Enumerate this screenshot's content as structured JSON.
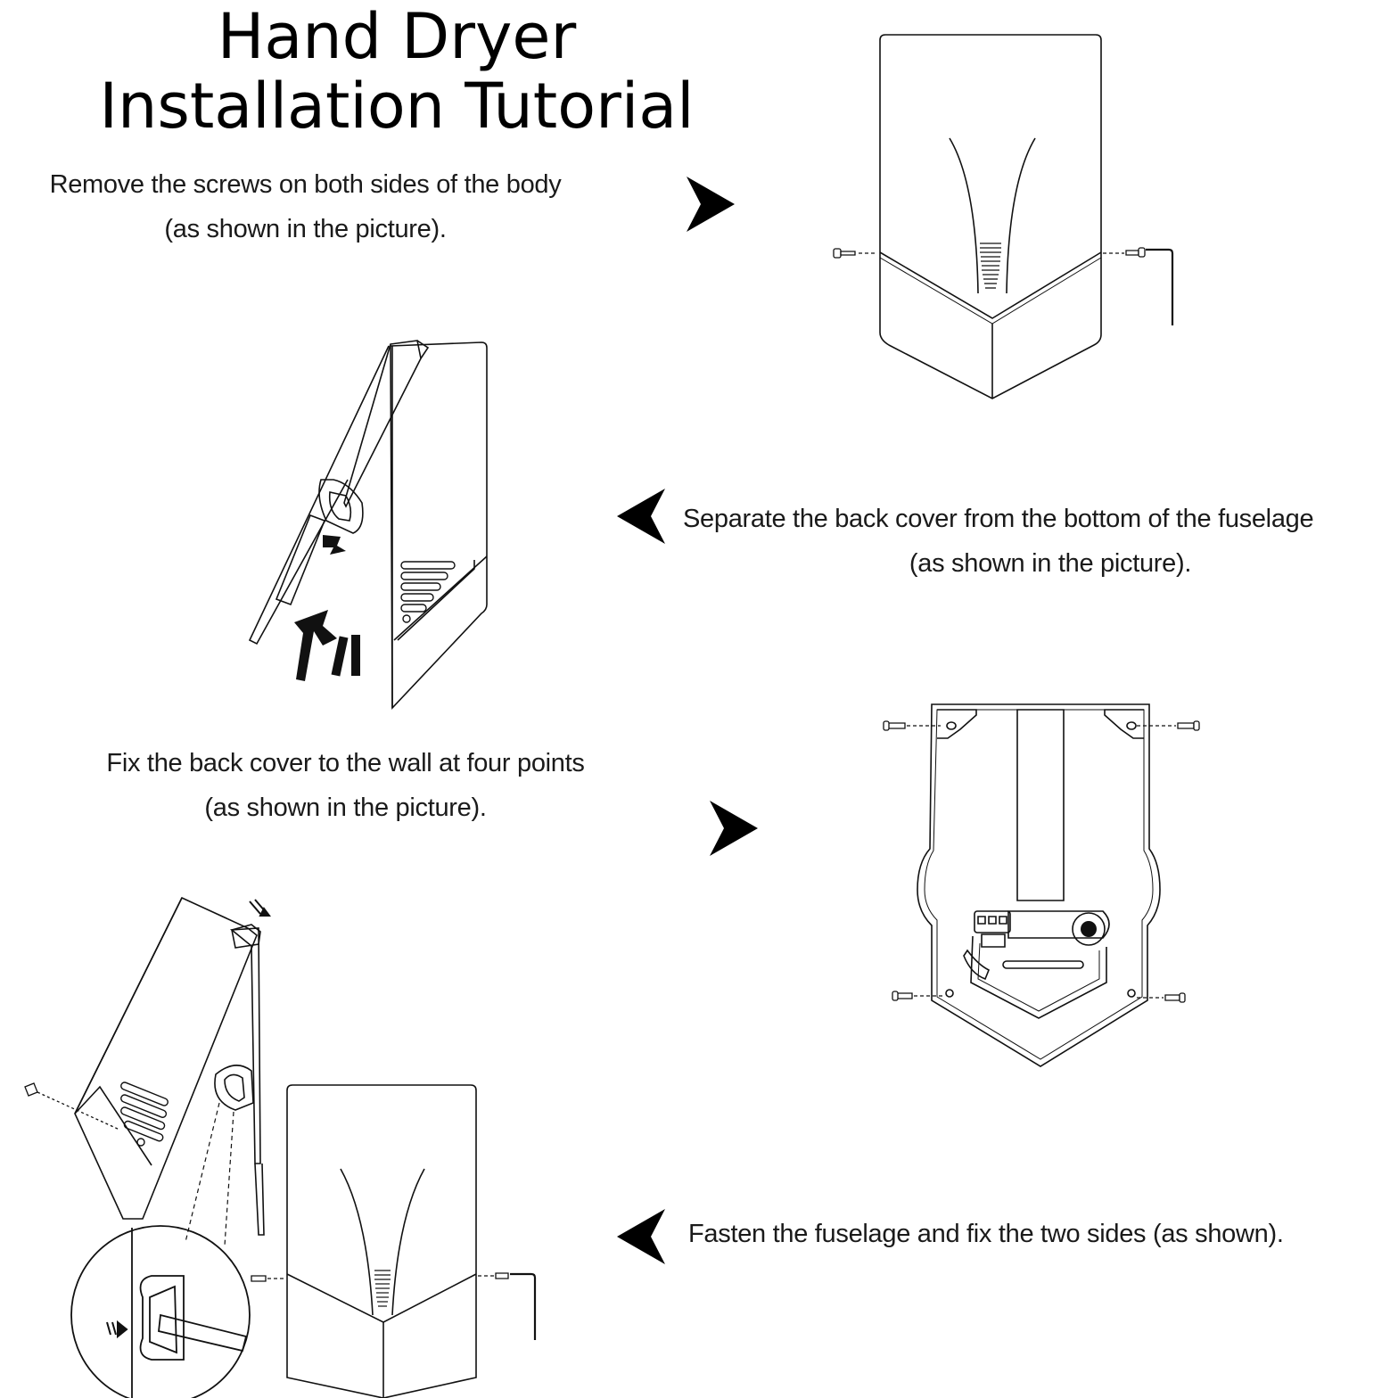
{
  "title": {
    "line1": "Hand Dryer",
    "line2": "Installation Tutorial"
  },
  "steps": [
    {
      "line1": "Remove the screws on both sides of the body",
      "line2": "(as shown in the picture)."
    },
    {
      "line1": "Separate the back cover from the bottom of the fuselage",
      "line2": "(as shown in the picture)."
    },
    {
      "line1": "Fix the back cover to the wall at four points",
      "line2": "(as shown in the picture)."
    },
    {
      "line1": "Fasten the fuselage and fix the two sides (as shown)."
    }
  ],
  "colors": {
    "ink": "#000000",
    "background": "#ffffff"
  },
  "icons": {
    "step1_arrow": "arrow-right-icon",
    "step2_arrow": "arrow-left-icon",
    "step3_arrow": "arrow-right-icon",
    "step4_arrow": "arrow-left-icon"
  }
}
